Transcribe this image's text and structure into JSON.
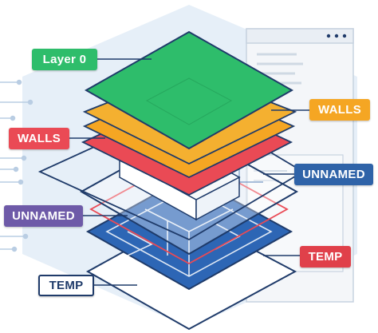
{
  "layers": [
    {
      "id": "layer0",
      "name": "Layer 0"
    },
    {
      "id": "walls",
      "name": "WALLS"
    },
    {
      "id": "unnamed",
      "name": "UNNAMED"
    },
    {
      "id": "temp",
      "name": "TEMP"
    }
  ],
  "labels": {
    "layer0": "Layer 0",
    "walls_left": "WALLS",
    "walls_right": "WALLS",
    "unnamed_left": "UNNAMED",
    "unnamed_right": "UNNAMED",
    "temp_left": "TEMP",
    "temp_right": "TEMP"
  },
  "colors": {
    "layer0": "#2ebd6b",
    "walls_orange": "#f5a623",
    "walls_red": "#ea4a55",
    "unnamed_purple": "#6e5aa8",
    "unnamed_blue": "#2f63a8",
    "temp_red": "#e0404a",
    "temp_navy": "#1f3b6a",
    "floor_blue": "#2d66b5",
    "outline_navy": "#1f3b6a",
    "hexagon_background": "#e6eff8",
    "window_panel": "#f4f6f9",
    "circuit_lines": "#b9cde3"
  },
  "icons": [
    "window-dots-icon",
    "circuit-lines-icon"
  ]
}
